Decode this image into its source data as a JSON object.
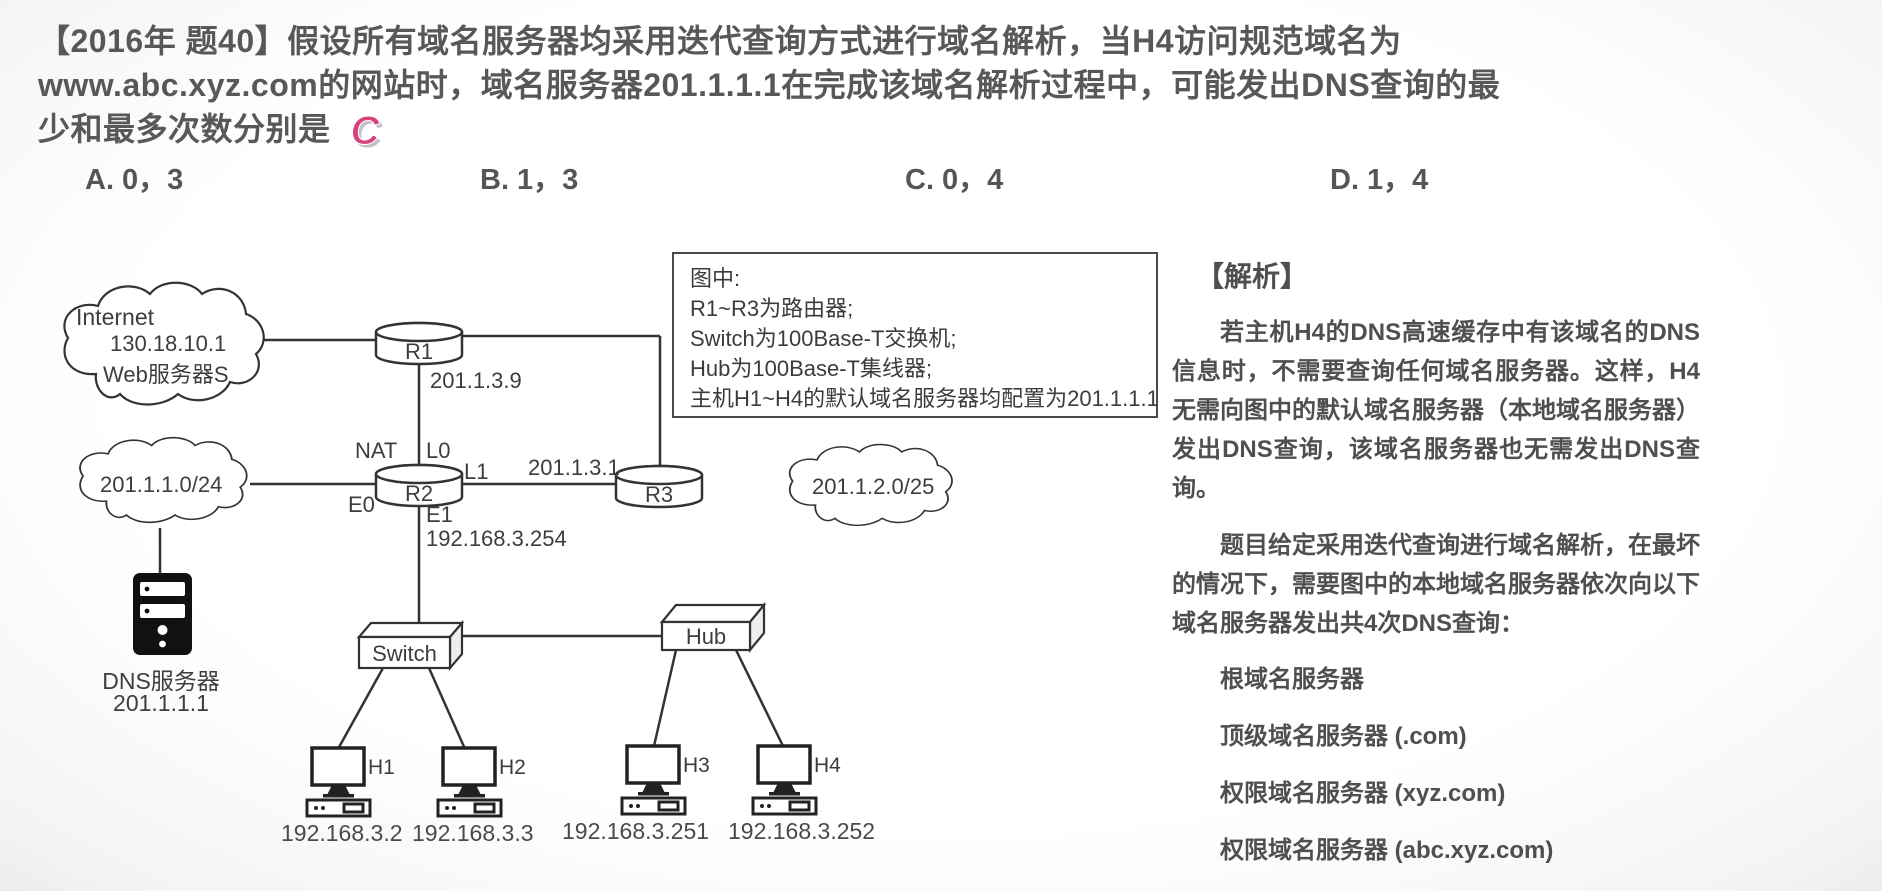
{
  "question": {
    "line1": "【2016年 题40】假设所有域名服务器均采用迭代查询方式进行域名解析，当H4访问规范域名为",
    "line2": "www.abc.xyz.com的网站时，域名服务器201.1.1.1在完成该域名解析过程中，可能发出DNS查询的最",
    "line3": "少和最多次数分别是",
    "answer": "C"
  },
  "options": [
    "A. 0，3",
    "B. 1，3",
    "C. 0，4",
    "D. 1，4"
  ],
  "diagram": {
    "internet_cloud": {
      "line1": "Internet",
      "line2": "130.18.10.1",
      "line3": "Web服务器S"
    },
    "subnet24_cloud": "201.1.1.0/24",
    "subnet25_cloud": "201.1.2.0/25",
    "routers": {
      "r1": "R1",
      "r2": "R2",
      "r3": "R3"
    },
    "interfaces": {
      "nat": "NAT",
      "l0": "L0",
      "l1": "L1",
      "e0": "E0",
      "e1": "E1"
    },
    "ips": {
      "r1_link": "201.1.3.9",
      "r2_r3_link": "201.1.3.1",
      "e1": "192.168.3.254"
    },
    "switch": "Switch",
    "hub": "Hub",
    "dns_server": {
      "name": "DNS服务器",
      "ip": "201.1.1.1"
    },
    "hosts": [
      {
        "name": "H1",
        "ip": "192.168.3.2"
      },
      {
        "name": "H2",
        "ip": "192.168.3.3"
      },
      {
        "name": "H3",
        "ip": "192.168.3.251"
      },
      {
        "name": "H4",
        "ip": "192.168.3.252"
      }
    ],
    "note_box": {
      "line1": "图中:",
      "line2": "R1~R3为路由器;",
      "line3": "Switch为100Base-T交换机;",
      "line4": "Hub为100Base-T集线器;",
      "line5": "主机H1~H4的默认域名服务器均配置为201.1.1.1"
    }
  },
  "analysis": {
    "heading": "【解析】",
    "paragraph1": "若主机H4的DNS高速缓存中有该域名的DNS信息时，不需要查询任何域名服务器。这样，H4无需向图中的默认域名服务器（本地域名服务器）发出DNS查询，该域名服务器也无需发出DNS查询。",
    "paragraph2": "题目给定采用迭代查询进行域名解析，在最坏的情况下，需要图中的本地域名服务器依次向以下域名服务器发出共4次DNS查询：",
    "servers": [
      "根域名服务器",
      "顶级域名服务器 (.com)",
      "权限域名服务器 (xyz.com)",
      "权限域名服务器 (abc.xyz.com)"
    ]
  },
  "colors": {
    "answer_accent": "#d5437a",
    "text": "#58595b",
    "stroke": "#333333"
  }
}
